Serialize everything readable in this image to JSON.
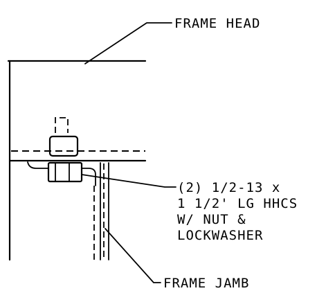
{
  "labels": {
    "frame_head": "FRAME HEAD",
    "fastener_line1": "(2) 1/2-13 x",
    "fastener_line2": "1 1/2' LG HHCS",
    "fastener_line3": "W/ NUT &",
    "fastener_line4": "LOCKWASHER",
    "frame_jamb": "FRAME JAMB"
  }
}
